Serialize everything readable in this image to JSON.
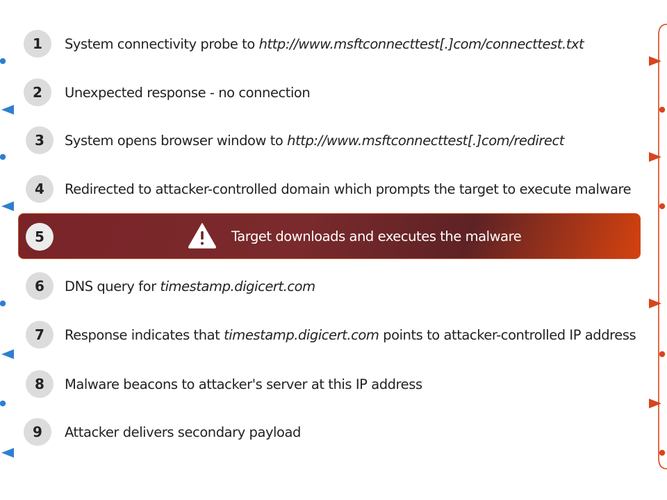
{
  "steps": [
    {
      "num": "1",
      "parts": [
        {
          "t": "System connectivity probe to "
        },
        {
          "t": "http://www.msftconnecttest[.]com/connecttest.txt",
          "i": true
        }
      ],
      "dir": "right"
    },
    {
      "num": "2",
      "parts": [
        {
          "t": "Unexpected response - no connection"
        }
      ],
      "dir": "left"
    },
    {
      "num": "3",
      "parts": [
        {
          "t": "System opens browser window to "
        },
        {
          "t": "http://www.msftconnecttest[.]com/redirect",
          "i": true
        }
      ],
      "dir": "right"
    },
    {
      "num": "4",
      "parts": [
        {
          "t": "Redirected to attacker-controlled domain which prompts the target to execute malware"
        }
      ],
      "dir": "left"
    },
    {
      "num": "6",
      "parts": [
        {
          "t": "DNS query for "
        },
        {
          "t": "timestamp.digicert.com",
          "i": true
        }
      ],
      "dir": "right"
    },
    {
      "num": "7",
      "parts": [
        {
          "t": "Response indicates that "
        },
        {
          "t": "timestamp.digicert.com",
          "i": true
        },
        {
          "t": " points to attacker-controlled IP address"
        }
      ],
      "dir": "left"
    },
    {
      "num": "8",
      "parts": [
        {
          "t": "Malware beacons to attacker's server at this IP address"
        }
      ],
      "dir": "right"
    },
    {
      "num": "9",
      "parts": [
        {
          "t": "Attacker delivers secondary payload"
        }
      ],
      "dir": "left"
    }
  ],
  "banner": {
    "num": "5",
    "text": "Target downloads and executes the malware",
    "icon": "warning-triangle-icon"
  },
  "colors": {
    "blue": "#2f7fd0",
    "purple": "#8a62a6",
    "orange": "#d9441c",
    "banner_dark": "#6e2529",
    "banner_orange": "#d4420f",
    "circle": "#dcdcdc"
  }
}
